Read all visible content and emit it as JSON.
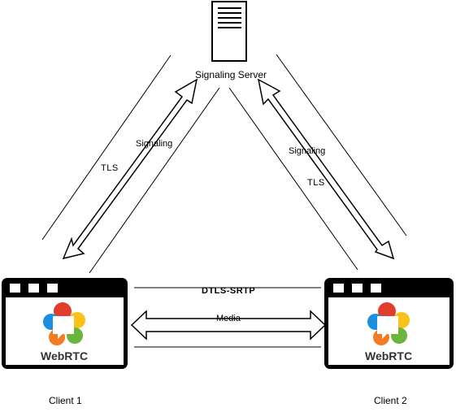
{
  "server": {
    "label": "Signaling Server"
  },
  "links": {
    "left": {
      "signaling_label": "Signaling",
      "tls_label": "TLS"
    },
    "right": {
      "signaling_label": "Signaling",
      "tls_label": "TLS"
    },
    "peer": {
      "dtls_label": "DTLS-SRTP",
      "media_label": "Media"
    }
  },
  "clients": [
    {
      "label": "Client 1",
      "logo_text": "WebRTC",
      "logo_icon": "webrtc-logo-icon"
    },
    {
      "label": "Client 2",
      "logo_text": "WebRTC",
      "logo_icon": "webrtc-logo-icon"
    }
  ],
  "colors": {
    "stroke": "#000000",
    "logo_red": "#e23d2c",
    "logo_yellow": "#f8c21a",
    "logo_green": "#6bb53e",
    "logo_blue": "#1d8fe0",
    "logo_orange": "#f47c20"
  }
}
